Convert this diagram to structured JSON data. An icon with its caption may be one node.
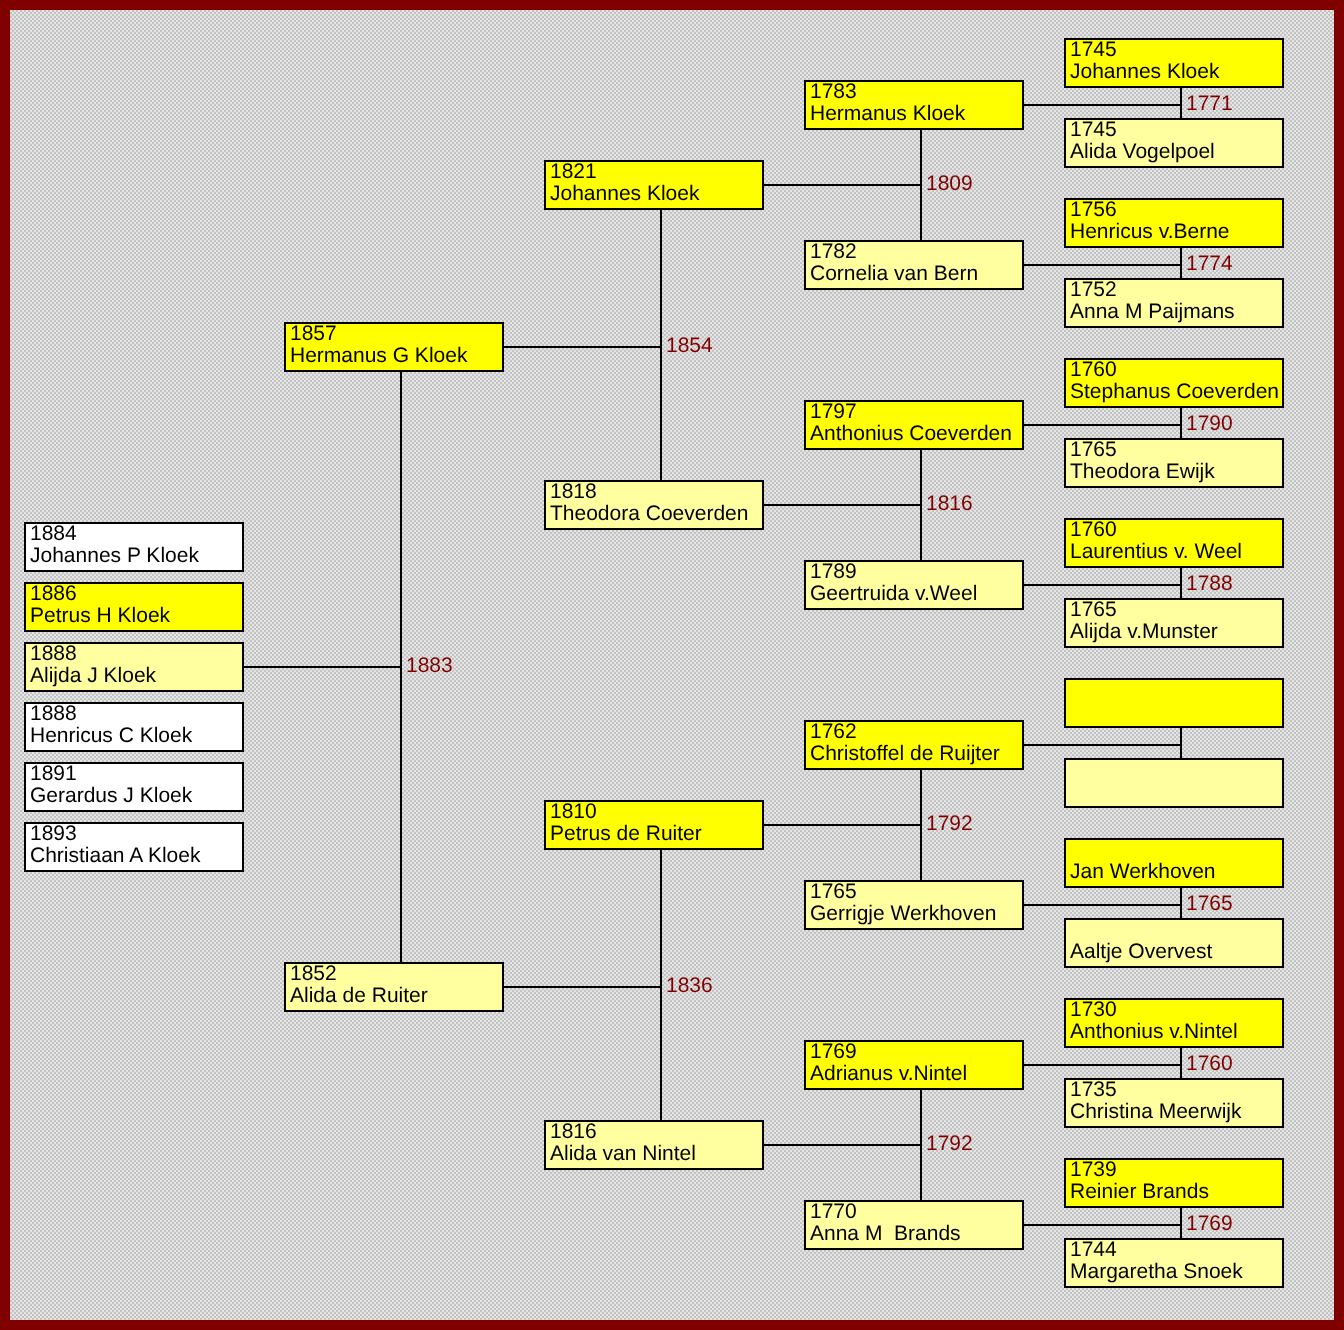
{
  "diagram": {
    "nodes": [
      {
        "text": [
          "1884",
          "Johannes P Kloek"
        ]
      },
      {
        "text": [
          "1886",
          "Petrus H Kloek"
        ]
      },
      {
        "text": [
          "1888",
          "Alijda J Kloek"
        ]
      },
      {
        "text": [
          "1888",
          "Henricus C Kloek"
        ]
      },
      {
        "text": [
          "1891",
          "Gerardus J Kloek"
        ]
      },
      {
        "text": [
          "1893",
          "Christiaan A Kloek"
        ]
      },
      {
        "text": [
          "1857",
          "Hermanus G Kloek"
        ]
      },
      {
        "text": [
          "1852",
          "Alida de Ruiter"
        ]
      },
      {
        "text": [
          "1821",
          "Johannes Kloek"
        ]
      },
      {
        "text": [
          "1818",
          "Theodora Coeverden"
        ]
      },
      {
        "text": [
          "1810",
          "Petrus de Ruiter"
        ]
      },
      {
        "text": [
          "1816",
          "Alida van Nintel"
        ]
      },
      {
        "text": [
          "1783",
          "Hermanus Kloek"
        ]
      },
      {
        "text": [
          "1782",
          "Cornelia van Bern"
        ]
      },
      {
        "text": [
          "1797",
          "Anthonius Coeverden"
        ]
      },
      {
        "text": [
          "1789",
          "Geertruida v.Weel"
        ]
      },
      {
        "text": [
          "1762",
          "Christoffel de Ruijter"
        ]
      },
      {
        "text": [
          "1765",
          "Gerrigje Werkhoven"
        ]
      },
      {
        "text": [
          "1769",
          "Adrianus v.Nintel"
        ]
      },
      {
        "text": [
          "1770",
          "Anna M  Brands"
        ]
      },
      {
        "text": [
          "1745",
          "Johannes Kloek"
        ]
      },
      {
        "text": [
          "1745",
          "Alida Vogelpoel"
        ]
      },
      {
        "text": [
          "1756",
          "Henricus v.Berne"
        ]
      },
      {
        "text": [
          "1752",
          "Anna M Paijmans"
        ]
      },
      {
        "text": [
          "1760",
          "Stephanus Coeverden"
        ]
      },
      {
        "text": [
          "1765",
          "Theodora Ewijk"
        ]
      },
      {
        "text": [
          "1760",
          "Laurentius v. Weel"
        ]
      },
      {
        "text": [
          "1765",
          "Alijda v.Munster"
        ]
      },
      {
        "text": [],
        "shape": "box"
      },
      {
        "text": [],
        "shape": "box"
      },
      {
        "text": [
          "Jan Werkhoven"
        ]
      },
      {
        "text": [
          "Aaltje Overvest"
        ]
      },
      {
        "text": [
          "1730",
          "Anthonius v.Nintel"
        ]
      },
      {
        "text": [
          "1735",
          "Christina Meerwijk"
        ]
      },
      {
        "text": [
          "1739",
          "Reinier Brands"
        ]
      },
      {
        "text": [
          "1744",
          "Margaretha Snoek"
        ]
      }
    ],
    "edges": [
      {
        "from": 2,
        "to": 6,
        "arrow": "none",
        "label": "1883"
      },
      {
        "from": 2,
        "to": 7,
        "arrow": "none"
      },
      {
        "from": 6,
        "to": 8,
        "arrow": "none",
        "label": "1854"
      },
      {
        "from": 6,
        "to": 9,
        "arrow": "none"
      },
      {
        "from": 7,
        "to": 10,
        "arrow": "none",
        "label": "1836"
      },
      {
        "from": 7,
        "to": 11,
        "arrow": "none"
      },
      {
        "from": 8,
        "to": 12,
        "arrow": "none",
        "label": "1809"
      },
      {
        "from": 8,
        "to": 13,
        "arrow": "none"
      },
      {
        "from": 9,
        "to": 14,
        "arrow": "none",
        "label": "1816"
      },
      {
        "from": 9,
        "to": 15,
        "arrow": "none"
      },
      {
        "from": 10,
        "to": 16,
        "arrow": "none",
        "label": "1792"
      },
      {
        "from": 10,
        "to": 17,
        "arrow": "none"
      },
      {
        "from": 11,
        "to": 18,
        "arrow": "none",
        "label": "1792"
      },
      {
        "from": 11,
        "to": 19,
        "arrow": "none"
      },
      {
        "from": 12,
        "to": 20,
        "arrow": "none",
        "label": "1771"
      },
      {
        "from": 12,
        "to": 21,
        "arrow": "none"
      },
      {
        "from": 13,
        "to": 22,
        "arrow": "none",
        "label": "1774"
      },
      {
        "from": 13,
        "to": 23,
        "arrow": "none"
      },
      {
        "from": 14,
        "to": 24,
        "arrow": "none",
        "label": "1790"
      },
      {
        "from": 14,
        "to": 25,
        "arrow": "none"
      },
      {
        "from": 15,
        "to": 26,
        "arrow": "none",
        "label": "1788"
      },
      {
        "from": 15,
        "to": 27,
        "arrow": "none"
      },
      {
        "from": 16,
        "to": 28,
        "arrow": "none"
      },
      {
        "from": 16,
        "to": 29,
        "arrow": "none"
      },
      {
        "from": 17,
        "to": 30,
        "arrow": "none",
        "label": "1765"
      },
      {
        "from": 17,
        "to": 31,
        "arrow": "none"
      },
      {
        "from": 18,
        "to": 32,
        "arrow": "none",
        "label": "1760"
      },
      {
        "from": 18,
        "to": 33,
        "arrow": "none"
      },
      {
        "from": 19,
        "to": 34,
        "arrow": "none",
        "label": "1769"
      },
      {
        "from": 19,
        "to": 35,
        "arrow": "none"
      }
    ]
  }
}
